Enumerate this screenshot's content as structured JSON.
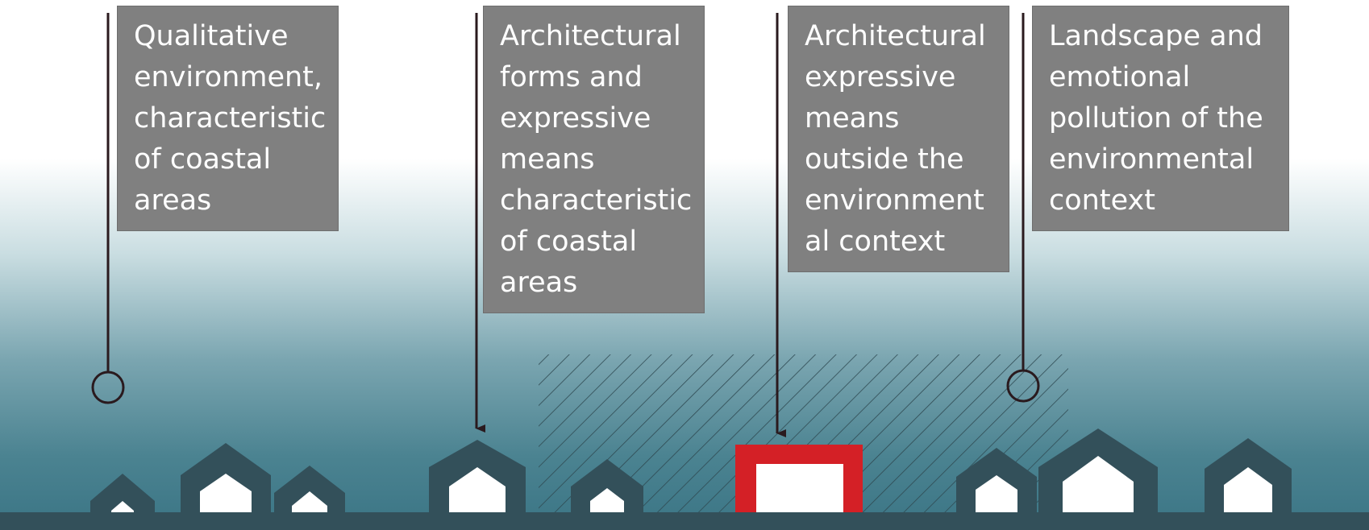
{
  "labels": [
    {
      "lines": [
        "Qualitative",
        "environment,",
        "characteristic",
        "of coastal",
        "areas"
      ]
    },
    {
      "lines": [
        "Architectural",
        "forms and",
        "expressive",
        "means",
        "characteristic",
        "of coastal",
        "areas"
      ]
    },
    {
      "lines": [
        "Architectural",
        "expressive",
        "means",
        "outside the",
        "environment",
        "al context"
      ]
    },
    {
      "lines": [
        "Landscape and",
        "emotional",
        "pollution of the",
        "environmental",
        "context"
      ]
    }
  ],
  "pointer_types": [
    "circle",
    "arrow",
    "arrow",
    "circle"
  ],
  "colors": {
    "sky_top": "#ffffff",
    "sky_bottom": "#3b7585",
    "ground": "#33505a",
    "house_wall": "#ffffff",
    "highlight_building": "#d42026",
    "label_bg": "#808080",
    "label_text": "#ffffff",
    "pointer": "#2a1a1e",
    "hatch": "#2f4a52"
  }
}
